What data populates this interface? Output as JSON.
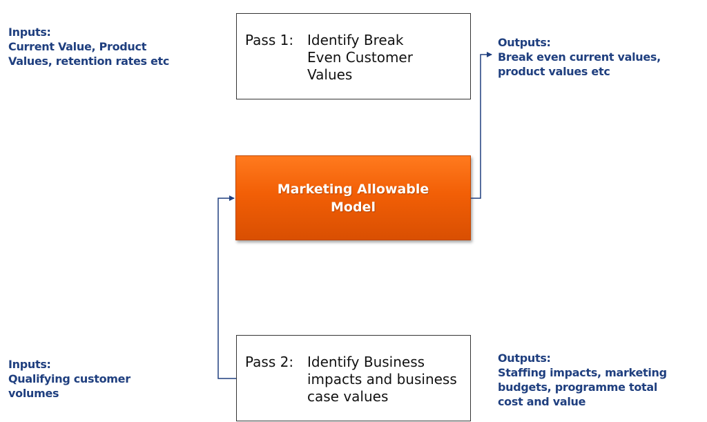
{
  "inputs_top": {
    "heading": "Inputs:",
    "lines": [
      "Current Value, Product",
      "Values, retention rates etc"
    ]
  },
  "inputs_bottom": {
    "heading": "Inputs:",
    "lines": [
      "Qualifying customer",
      "volumes"
    ]
  },
  "outputs_top": {
    "heading": "Outputs:",
    "lines": [
      "Break even current values,",
      "product values etc"
    ]
  },
  "outputs_bottom": {
    "heading": "Outputs:",
    "lines": [
      "Staffing impacts, marketing",
      "budgets, programme total",
      "cost and value"
    ]
  },
  "pass1": {
    "label": "Pass 1:",
    "lines": [
      "Identify Break",
      "Even Customer",
      "Values"
    ]
  },
  "pass2": {
    "label": "Pass 2:",
    "lines": [
      "Identify Business",
      "impacts and business",
      "case values"
    ]
  },
  "model": {
    "lines": [
      "Marketing Allowable",
      "Model"
    ]
  },
  "colors": {
    "note_text": "#1f3f7f",
    "model_fill": "#f25f06",
    "connector": "#1f3f7f"
  }
}
